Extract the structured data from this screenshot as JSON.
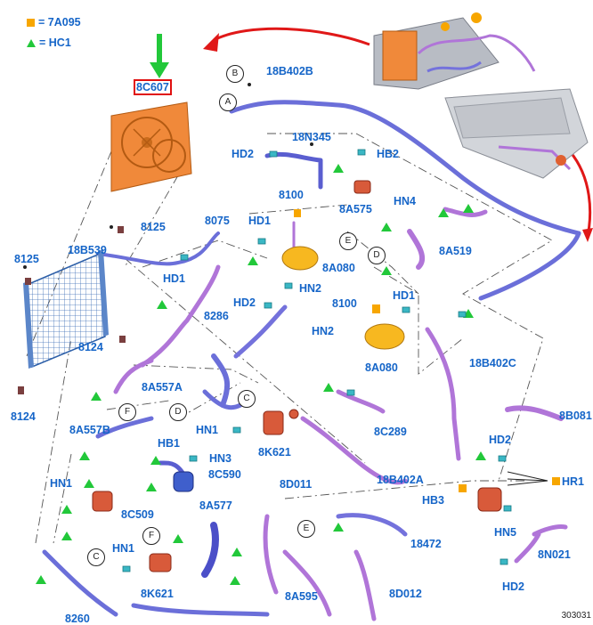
{
  "legend": {
    "square_label": "= 7A095",
    "triangle_label": "= HC1",
    "square_color": "#f7a600",
    "triangle_color": "#22c83a"
  },
  "highlight_label": "8C607",
  "labels": {
    "l_18B402B": "18B402B",
    "l_18N345": "18N345",
    "l_HD2_a": "HD2",
    "l_HB2": "HB2",
    "l_8A575": "8A575",
    "l_HN4": "HN4",
    "l_8100_a": "8100",
    "l_8125_a": "8125",
    "l_18B539": "18B539",
    "l_8075": "8075",
    "l_HD1_a": "HD1",
    "l_8125_b": "8125",
    "l_8A519": "8A519",
    "l_8A080_a": "8A080",
    "l_HD1_b": "HD1",
    "l_HN2_a": "HN2",
    "l_HD2_b": "HD2",
    "l_8286": "8286",
    "l_8100_b": "8100",
    "l_HD1_c": "HD1",
    "l_8124_a": "8124",
    "l_HN2_b": "HN2",
    "l_8A080_b": "8A080",
    "l_18B402C": "18B402C",
    "l_8A557A": "8A557A",
    "l_8124_b": "8124",
    "l_8B081": "8B081",
    "l_8A557B": "8A557B",
    "l_HN1_a": "HN1",
    "l_8C289": "8C289",
    "l_HB1": "HB1",
    "l_8K621_a": "8K621",
    "l_HN3": "HN3",
    "l_HD2_c": "HD2",
    "l_8C590": "8C590",
    "l_18B402A": "18B402A",
    "l_HR1": "HR1",
    "l_HN1_b": "HN1",
    "l_8D011": "8D011",
    "l_HB3": "HB3",
    "l_8C509": "8C509",
    "l_8A577": "8A577",
    "l_HN5": "HN5",
    "l_18472": "18472",
    "l_HN1_c": "HN1",
    "l_8N021": "8N021",
    "l_8K621_b": "8K621",
    "l_8A595": "8A595",
    "l_8D012": "8D012",
    "l_HD2_d": "HD2",
    "l_8260": "8260"
  },
  "callouts": {
    "c_B": "B",
    "c_A": "A",
    "c_E1": "E",
    "c_D1": "D",
    "c_C1": "C",
    "c_F1": "F",
    "c_D2": "D",
    "c_E2": "E",
    "c_F2": "F",
    "c_C2": "C"
  },
  "page_number": "303031"
}
